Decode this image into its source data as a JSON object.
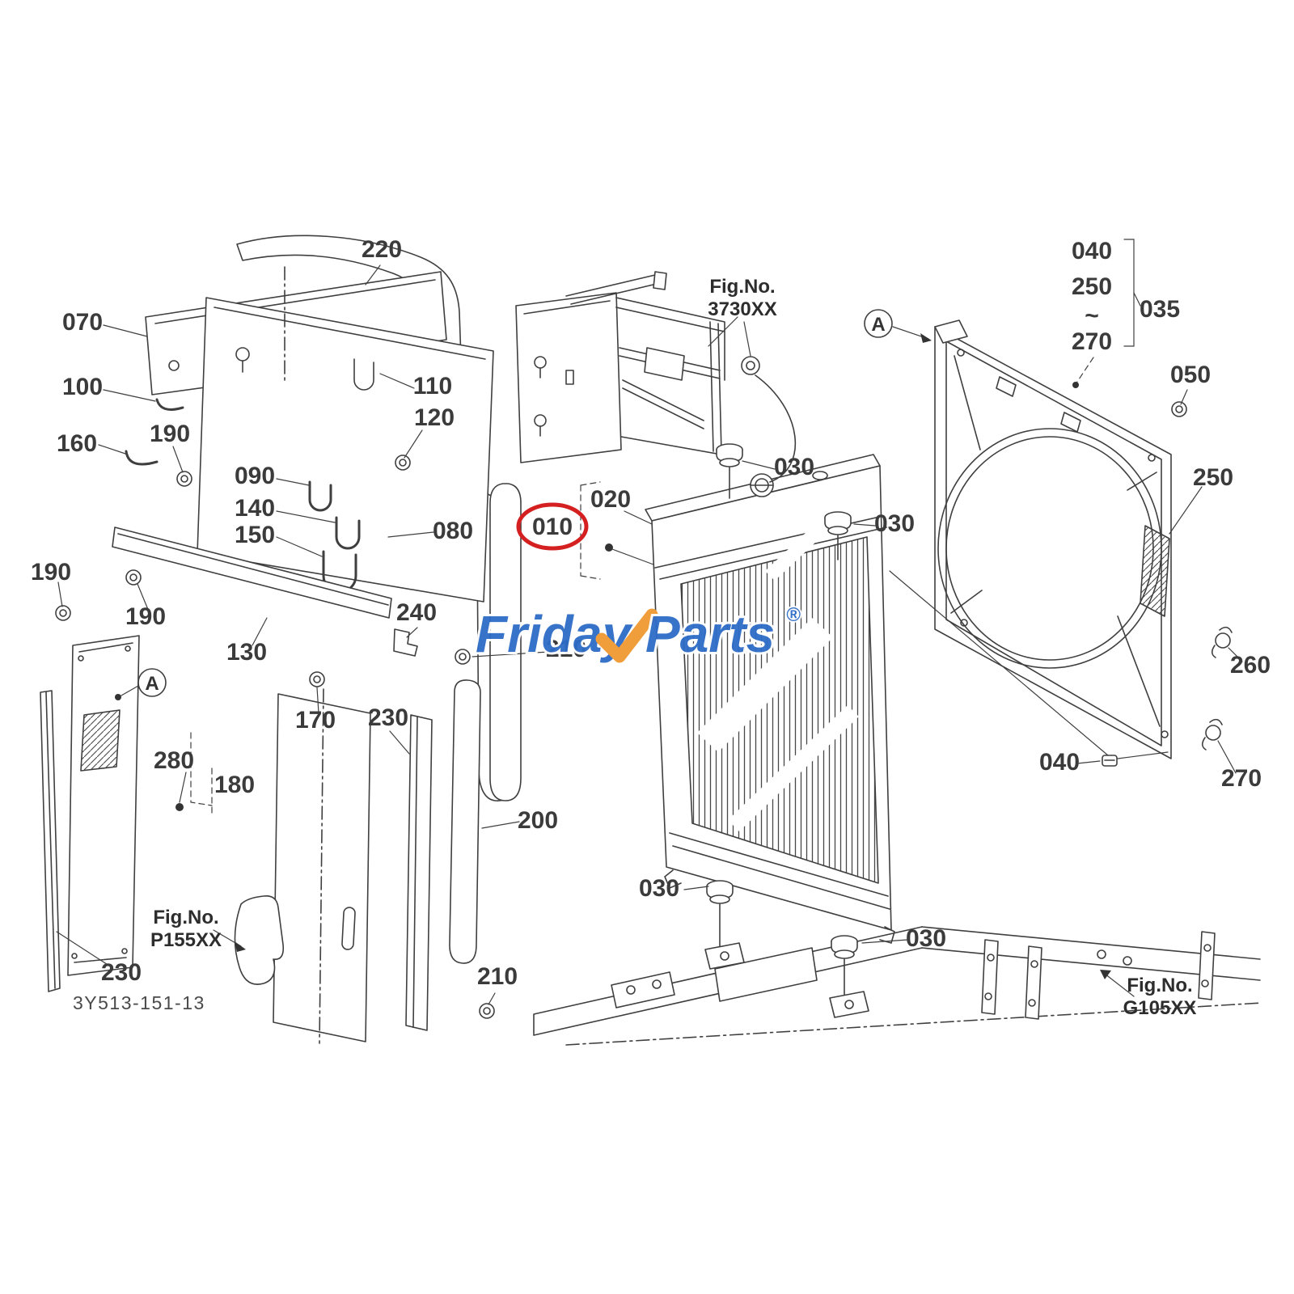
{
  "diagram": {
    "drawing_number": "3Y513-151-13",
    "highlighted_part": "010",
    "highlight_color": "#d42020",
    "watermark": {
      "word1": "Friday",
      "word2": "Parts",
      "registered": "®",
      "blue": "#2e6cc8",
      "orange": "#f09d3c"
    },
    "fig_refs": {
      "bracket": {
        "line1": "Fig.No.",
        "line2": "3730XX"
      },
      "panel": {
        "line1": "Fig.No.",
        "line2": "P155XX"
      },
      "frame": {
        "line1": "Fig.No.",
        "line2": "G105XX"
      }
    },
    "view_markers": {
      "right": "A",
      "left": "A"
    },
    "callouts": [
      "220",
      "070",
      "100",
      "110",
      "120",
      "160",
      "190",
      "090",
      "140",
      "150",
      "080",
      "010",
      "020",
      "030",
      "030",
      "040",
      "250",
      "~",
      "270",
      "035",
      "050",
      "250",
      "190",
      "190",
      "130",
      "240",
      "210",
      "170",
      "230",
      "280",
      "180",
      "200",
      "260",
      "040",
      "270",
      "030",
      "030",
      "230",
      "210"
    ]
  }
}
